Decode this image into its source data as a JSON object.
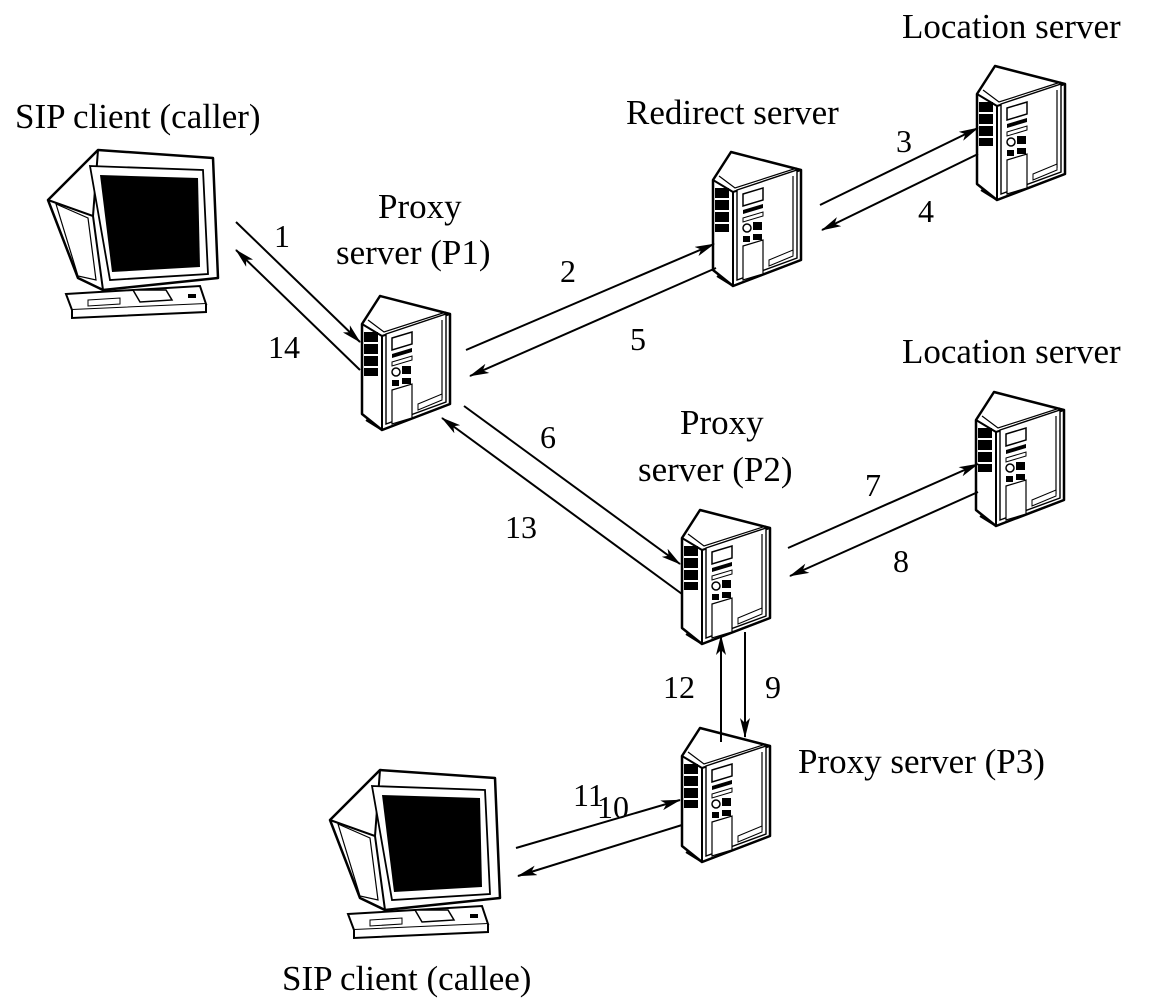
{
  "nodes": {
    "caller": {
      "label": "SIP client (caller)",
      "icon": "computer-icon"
    },
    "callee": {
      "label": "SIP client (callee)",
      "icon": "computer-icon"
    },
    "proxy_p1": {
      "label_line1": "Proxy",
      "label_line2": "server (P1)",
      "icon": "server-tower-icon"
    },
    "redirect": {
      "label": "Redirect server",
      "icon": "server-tower-icon"
    },
    "location_1": {
      "label": "Location server",
      "icon": "server-tower-icon"
    },
    "location_2": {
      "label": "Location server",
      "icon": "server-tower-icon"
    },
    "proxy_p2": {
      "label_line1": "Proxy",
      "label_line2": "server (P2)",
      "icon": "server-tower-icon"
    },
    "proxy_p3": {
      "label": "Proxy server (P3)",
      "icon": "server-tower-icon"
    }
  },
  "messages": [
    {
      "num": "1",
      "from": "caller",
      "to": "proxy_p1"
    },
    {
      "num": "2",
      "from": "proxy_p1",
      "to": "redirect"
    },
    {
      "num": "3",
      "from": "redirect",
      "to": "location_1"
    },
    {
      "num": "4",
      "from": "location_1",
      "to": "redirect"
    },
    {
      "num": "5",
      "from": "redirect",
      "to": "proxy_p1"
    },
    {
      "num": "6",
      "from": "proxy_p1",
      "to": "proxy_p2"
    },
    {
      "num": "7",
      "from": "proxy_p2",
      "to": "location_2"
    },
    {
      "num": "8",
      "from": "location_2",
      "to": "proxy_p2"
    },
    {
      "num": "9",
      "from": "proxy_p2",
      "to": "proxy_p3"
    },
    {
      "num": "10",
      "from": "proxy_p3",
      "to": "callee"
    },
    {
      "num": "11",
      "from": "callee",
      "to": "proxy_p3"
    },
    {
      "num": "12",
      "from": "proxy_p3",
      "to": "proxy_p2"
    },
    {
      "num": "13",
      "from": "proxy_p2",
      "to": "proxy_p1"
    },
    {
      "num": "14",
      "from": "proxy_p1",
      "to": "caller"
    }
  ],
  "colors": {
    "line": "#000000",
    "screen": "#000000",
    "body": "#ffffff"
  }
}
